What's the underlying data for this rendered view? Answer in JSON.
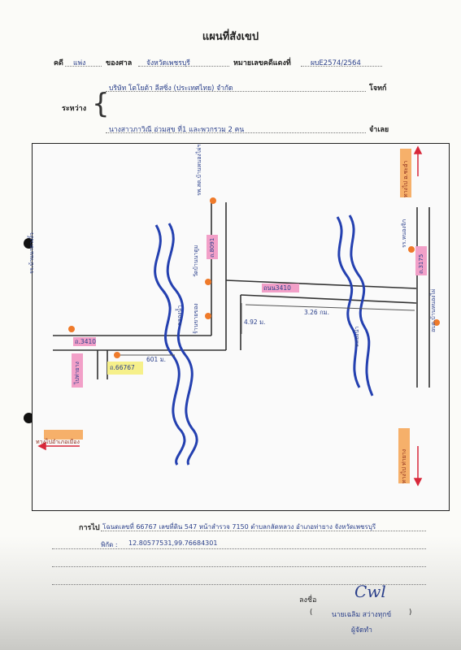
{
  "title": "แผนที่สังเขป",
  "case": {
    "case_label": "คดี",
    "case_type": "แพ่ง",
    "court_label": "ของศาล",
    "court_value": "จังหวัดเพชรบุรี",
    "red_no_label": "หมายเลขคดีแดงที่",
    "red_no_value": "ผบE2574/2564"
  },
  "parties": {
    "between_label": "ระหว่าง",
    "plaintiff_name": "บริษัท โตโยต้า ลีสซิ่ง (ประเทศไทย) จำกัด",
    "plaintiff_role": "โจทก์",
    "defendant_name": "นางสาวภาวิณี อ่วมสุข ที่1 และพวกรวม 2 คน",
    "defendant_role": "จำเลย"
  },
  "map": {
    "labels": {
      "road_3410_left": "ถ.3410",
      "road_3410_mid": "ถนน3410",
      "road_3175": "ถ.3175",
      "road_code": "ถ.66767",
      "road_no": "ถ.8091",
      "canal_left": "คลองน้ำ",
      "canal_right": "คลองน้ำ",
      "dist_601": "601 ม.",
      "dist_492": "4.92 ม.",
      "dist_326": "3.26 กม.",
      "school_left": "รร.บ้านนาดวงงิ้ว",
      "temple": "วัดบ้านนาตูม",
      "shop": "ร้านขายของ",
      "health_center": "รพ.สต.บ้านหนองไผ่ฯ",
      "school_right": "รร.หนองจิก",
      "office": "อบต.บ้านหนองไผ่",
      "top_right_sign": "ทางไป อ.ชะอำ",
      "left_sign": "ทางไปอำเภอเมือง",
      "bottom_right_sign": "ทางไป ท่ายาง",
      "left_box": "ไปท่ายาง"
    }
  },
  "route": {
    "label": "การไป",
    "text": "โฉนดเลขที่ 66767  เลขที่ดิน 547 หน้าสำรวจ 7150 ตำบลกลัดหลวง อำเภอท่ายาง จังหวัดเพชรบุรี",
    "coords_label": "พิกัด :",
    "coords_value": "12.80577531,99.76684301"
  },
  "signature": {
    "sign_label": "ลงชื่อ",
    "open_paren": "(",
    "name": "นายเฉลิม สว่างทุกข์",
    "close_paren": ")",
    "role": "ผู้จัดทำ"
  },
  "colors": {
    "ink_blue": "#2a3f8a",
    "highlight_pink": "#f2a0c8",
    "highlight_orange": "#f6b06a",
    "highlight_yellow": "#f6f08a",
    "marker_orange": "#ef7a2a",
    "arrow_red": "#d8283a",
    "canal_blue": "#2440b0"
  }
}
